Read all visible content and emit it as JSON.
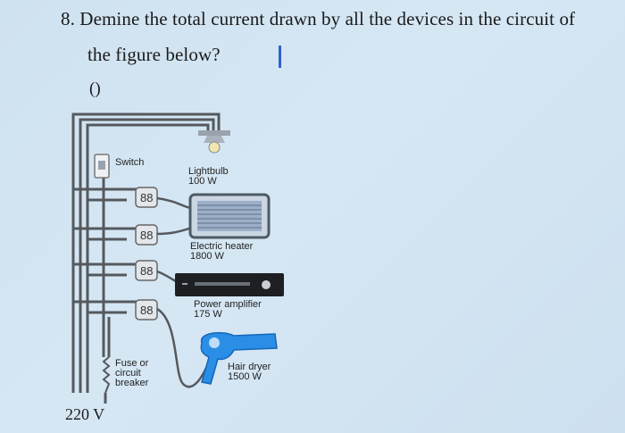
{
  "question": {
    "line1": "8. Demine the total current drawn by all the devices in the circuit of",
    "line2": "the figure below?",
    "answer_placeholder": "()"
  },
  "figure": {
    "switch_label": "Switch",
    "lightbulb": {
      "name": "Lightbulb",
      "power": "100 W"
    },
    "heater": {
      "name": "Electric heater",
      "power": "1800 W"
    },
    "amplifier": {
      "name": "Power amplifier",
      "power": "175 W"
    },
    "hairdryer": {
      "name": "Hair dryer",
      "power": "1500 W"
    },
    "fuse": {
      "line1": "Fuse or",
      "line2": "circuit",
      "line3": "breaker"
    },
    "voltage": "220 V"
  },
  "colors": {
    "background": "#d3e5f2",
    "wire": "#55595e",
    "heater_grille": "#9bb0c8",
    "amplifier_body": "#1d1f22",
    "hairdryer": "#2b8ee6",
    "cursor": "#2f62c9"
  }
}
